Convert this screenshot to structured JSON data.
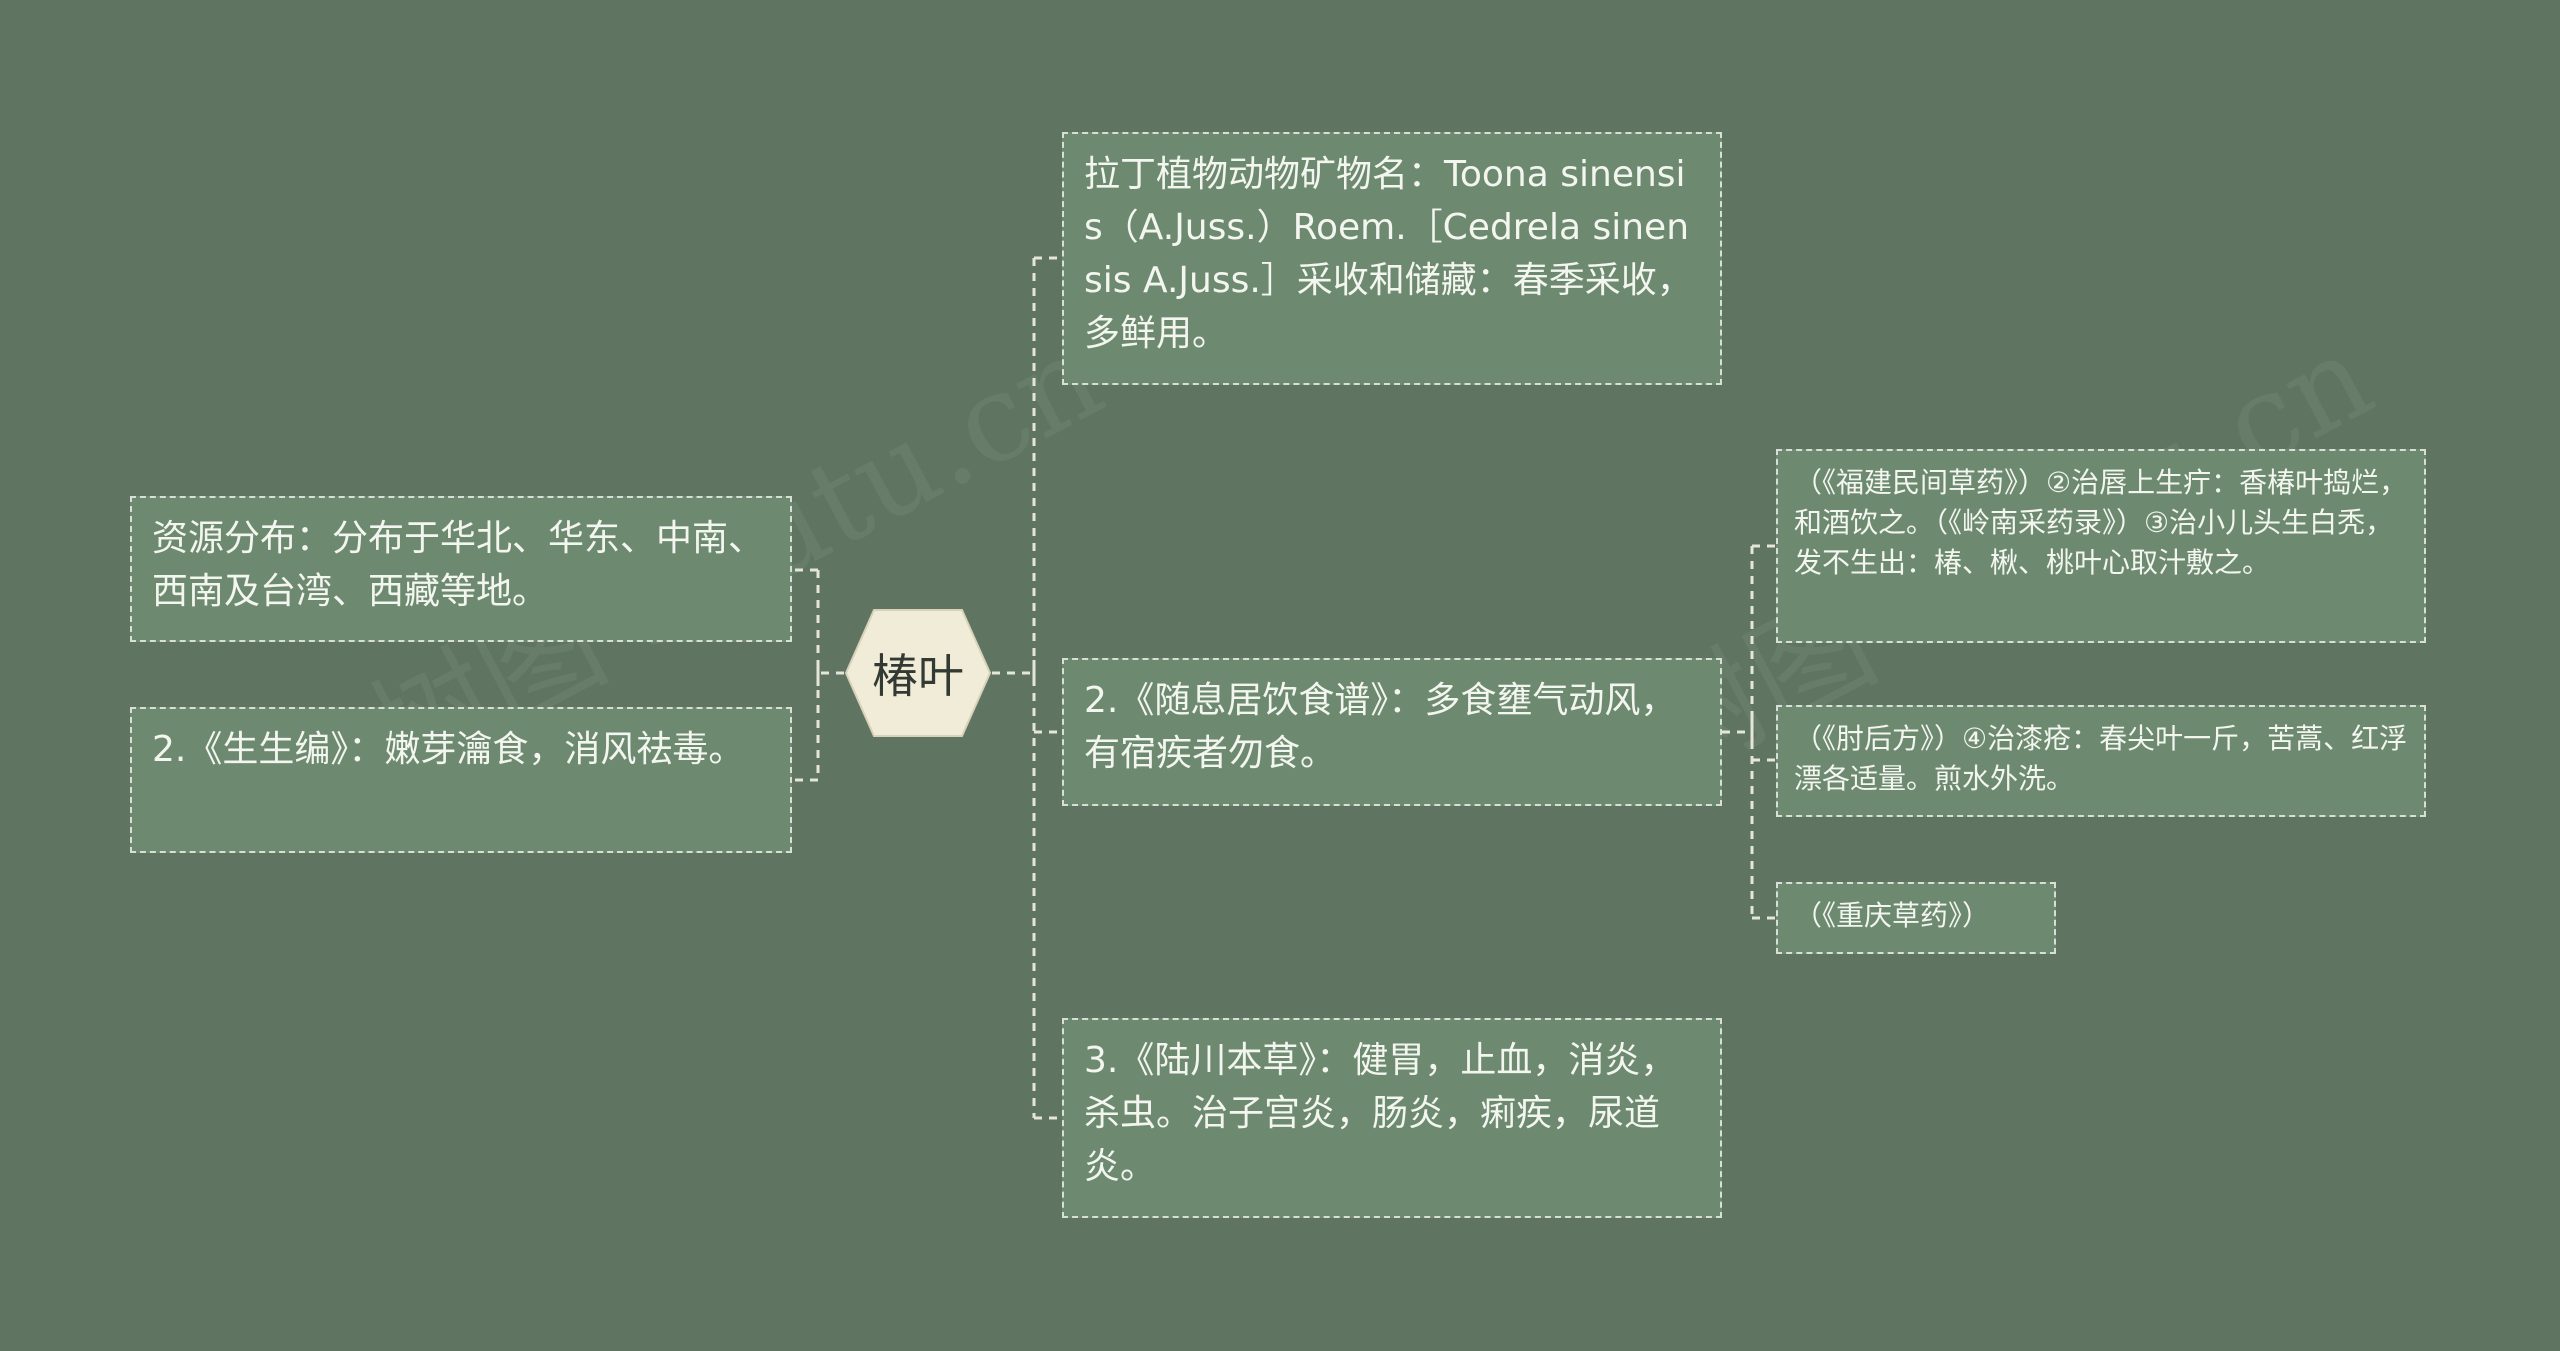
{
  "root": {
    "label": "椿叶"
  },
  "left_nodes": [
    {
      "text": "资源分布：分布于华北、华东、中南、西南及台湾、西藏等地。"
    },
    {
      "text": "2.《生生编》：嫩芽瀹食，消风祛毒。"
    }
  ],
  "right_nodes": [
    {
      "text": "拉丁植物动物矿物名：Toona sinensis（A.Juss.）Roem.［Cedrela sinensis A.Juss.］采收和储藏：春季采收，多鲜用。"
    },
    {
      "text": "2.《随息居饮食谱》：多食壅气动风，有宿疾者勿食。"
    },
    {
      "text": "3.《陆川本草》：健胃，止血，消炎，杀虫。治子宫炎，肠炎，痢疾，尿道炎。"
    }
  ],
  "sub_nodes": [
    {
      "text": "（《福建民间草药》）②治唇上生疔：香椿叶捣烂，和酒饮之。（《岭南采药录》）③治小儿头生白秃，发不生出：椿、楸、桃叶心取汁敷之。"
    },
    {
      "text": "（《肘后方》）④治漆疮：春尖叶一斤，苦蒿、红浮漂各适量。煎水外洗。"
    },
    {
      "text": "（《重庆草药》）"
    }
  ],
  "watermark": {
    "text": "树图 shutu.cn"
  },
  "colors": {
    "background": "#5f7461",
    "node_fill": "#6d8a71",
    "node_border": "#d8dfd6",
    "root_fill": "#f1ecd8",
    "connector": "#e4e6dc"
  }
}
